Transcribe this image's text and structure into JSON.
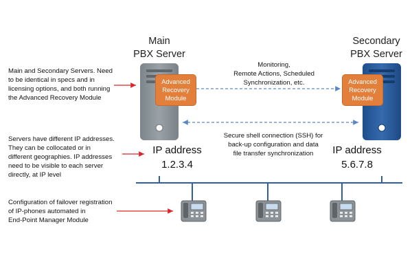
{
  "colors": {
    "main_server": "#8e969b",
    "secondary_server": "#2b5d9c",
    "module": "#e17f3b",
    "network_line": "#2e5f9e",
    "arrow_red": "#d9262b",
    "dashed_line": "#5b86c4"
  },
  "servers": {
    "main": {
      "title_line1": "Main",
      "title_line2": "PBX Server",
      "ip_label": "IP address",
      "ip_value": "1.2.3.4"
    },
    "secondary": {
      "title_line1": "Secondary",
      "title_line2": "PBX Server",
      "ip_label": "IP address",
      "ip_value": "5.6.7.8"
    }
  },
  "module": {
    "line1": "Advanced",
    "line2": "Recovery",
    "line3": "Module"
  },
  "links": {
    "monitoring": [
      "Monitoring,",
      "Remote Actions, Scheduled",
      "Synchronization, etc."
    ],
    "ssh": [
      "Secure shell connection (SSH) for",
      "back-up configuration and data",
      "file transfer synchronization"
    ]
  },
  "notes": [
    [
      "Main and Secondary Servers. Need",
      "to be identical in specs and in",
      "licensing options, and both running",
      "the Advanced Recovery Module"
    ],
    [
      "Servers have different IP addresses.",
      "They can be collocated or in",
      "different geographies. IP addresses",
      "need to be visible to each server",
      "directly, at IP level"
    ],
    [
      "Configuration of failover registration",
      "of IP-phones automated in",
      "End-Point Manager Module"
    ]
  ],
  "phones": [
    {
      "icon": "ip-phone-icon"
    },
    {
      "icon": "ip-phone-icon"
    },
    {
      "icon": "ip-phone-icon"
    }
  ]
}
